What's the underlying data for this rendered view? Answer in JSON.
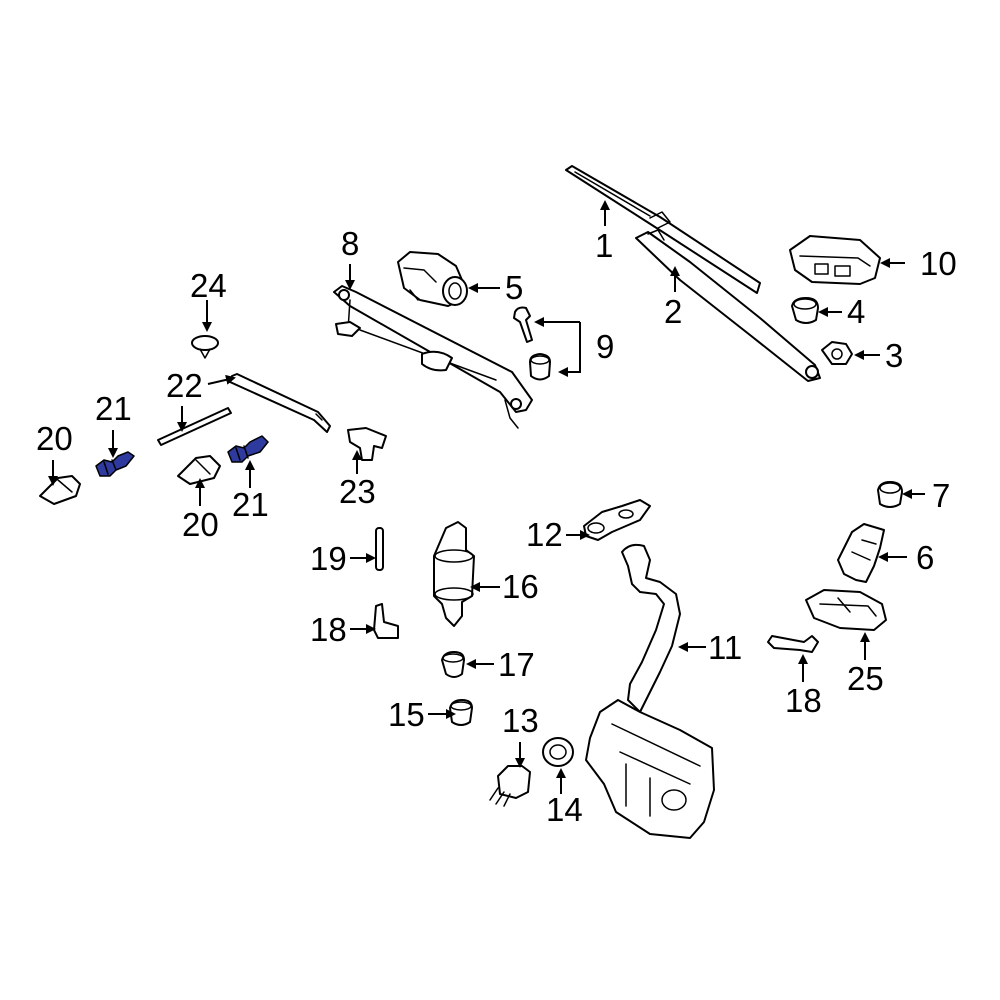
{
  "colors": {
    "line": "#000000",
    "background": "#ffffff",
    "highlight": "#2e3a9e"
  },
  "callouts": {
    "c1": "1",
    "c2": "2",
    "c3": "3",
    "c4": "4",
    "c5": "5",
    "c6": "6",
    "c7": "7",
    "c8": "8",
    "c9": "9",
    "c10": "10",
    "c11": "11",
    "c12": "12",
    "c13": "13",
    "c14": "14",
    "c15": "15",
    "c16": "16",
    "c17": "17",
    "c18a": "18",
    "c18b": "18",
    "c19": "19",
    "c20a": "20",
    "c20b": "20",
    "c21a": "21",
    "c21b": "21",
    "c22": "22",
    "c23": "23",
    "c24": "24",
    "c25": "25"
  },
  "highlighted_parts": [
    "21"
  ]
}
